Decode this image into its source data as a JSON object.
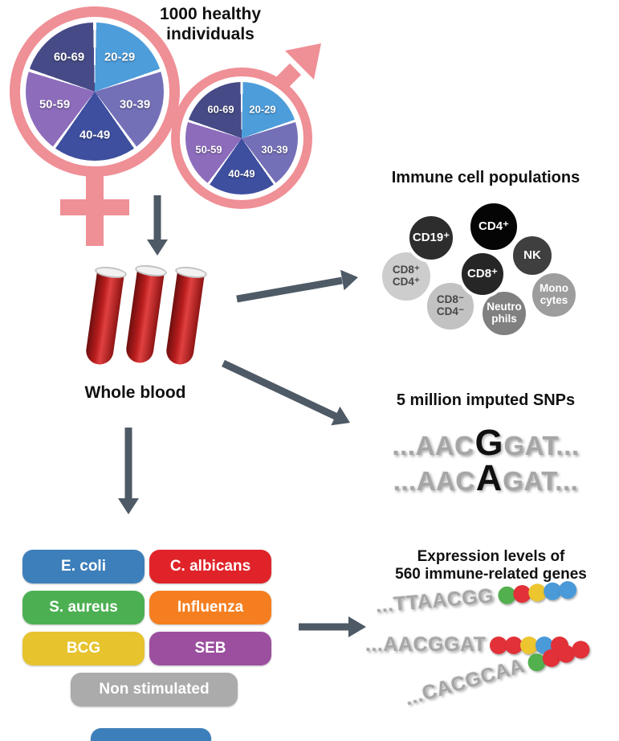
{
  "header": {
    "title_line1": "1000 healthy",
    "title_line2": "individuals"
  },
  "demographics": {
    "age_groups": [
      "20-29",
      "30-39",
      "40-49",
      "50-59",
      "60-69"
    ],
    "pie_colors": {
      "20-29": "#4d9ddb",
      "30-39": "#7470b8",
      "40-49": "#3e4f9f",
      "50-59": "#8d6cbc",
      "60-69": "#464a86"
    },
    "symbol_color": "#ef8f96"
  },
  "blood": {
    "label": "Whole blood",
    "tube_color": "#b71c1c"
  },
  "immune": {
    "title": "Immune cell populations",
    "cells": [
      {
        "line1": "CD8⁺",
        "line2": "CD4⁺",
        "color": "#cdcdcd",
        "text": "#474747"
      },
      {
        "line1": "CD8⁻",
        "line2": "CD4⁻",
        "color": "#c2c2c2",
        "text": "#474747"
      },
      {
        "line1": "CD19⁺",
        "line2": "",
        "color": "#2d2d2d",
        "text": "#ffffff"
      },
      {
        "line1": "NK",
        "line2": "",
        "color": "#3f3f3f",
        "text": "#ffffff"
      },
      {
        "line1": "Mono",
        "line2": "cytes",
        "color": "#9d9d9d",
        "text": "#ffffff"
      },
      {
        "line1": "Neutro",
        "line2": "phils",
        "color": "#808080",
        "text": "#ffffff"
      },
      {
        "line1": "CD8⁺",
        "line2": "",
        "color": "#262626",
        "text": "#ffffff"
      },
      {
        "line1": "CD4⁺",
        "line2": "",
        "color": "#050505",
        "text": "#ffffff"
      }
    ]
  },
  "snps": {
    "title": "5 million imputed SNPs",
    "rows": [
      {
        "pre": "...AAC",
        "snp": "G",
        "post": "GAT..."
      },
      {
        "pre": "...AAC",
        "snp": "A",
        "post": "GAT..."
      }
    ]
  },
  "stimulations": {
    "items": [
      {
        "label": "E. coli",
        "color": "#3d7fba"
      },
      {
        "label": "C. albicans",
        "color": "#e02329"
      },
      {
        "label": "S. aureus",
        "color": "#4cb052"
      },
      {
        "label": "Influenza",
        "color": "#f57f20"
      },
      {
        "label": "BCG",
        "color": "#e7c32e"
      },
      {
        "label": "SEB",
        "color": "#9c4f9f"
      },
      {
        "label": "Non stimulated",
        "color": "#ababab"
      }
    ],
    "partial_pill_color": "#3d7fba"
  },
  "expression": {
    "title_line1": "Expression levels of",
    "title_line2": "560 immune-related genes",
    "dot_colors": {
      "green": "#52b04e",
      "red": "#e23138",
      "yellow": "#ecc52f",
      "blue": "#4a9ad9"
    },
    "rows": [
      {
        "sequence": "...TTAACGG",
        "dots": [
          "green",
          "red",
          "yellow",
          "blue",
          "blue"
        ]
      },
      {
        "sequence": "...AACGGAT",
        "dots": [
          "red",
          "red",
          "yellow",
          "blue",
          "red"
        ]
      },
      {
        "sequence": "...CACGCAA",
        "dots": [
          "green",
          "red",
          "red",
          "red"
        ]
      }
    ]
  }
}
